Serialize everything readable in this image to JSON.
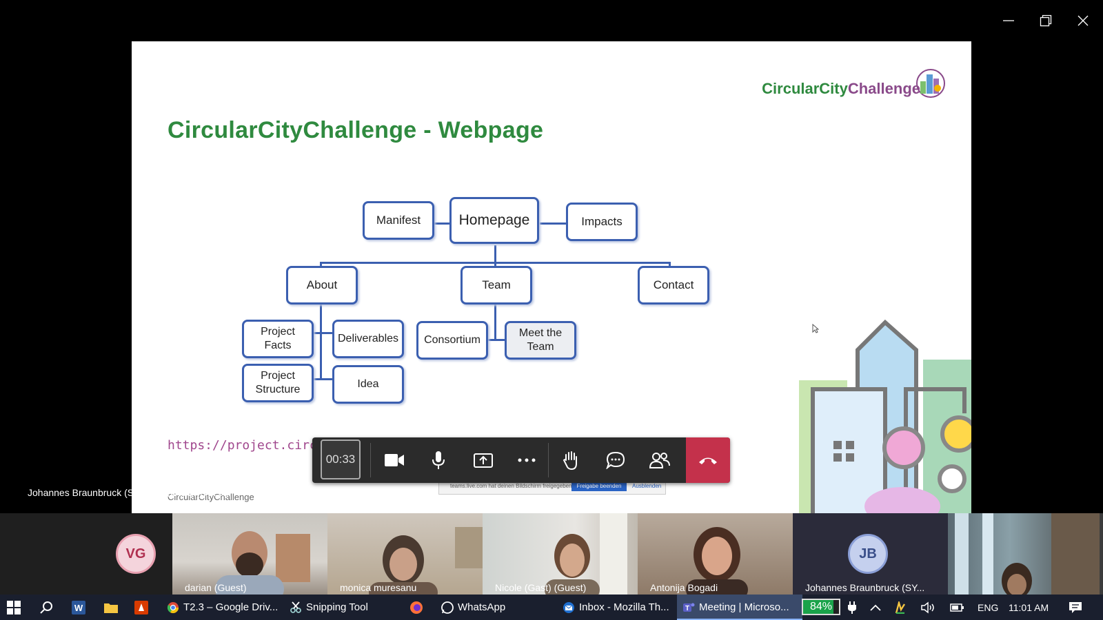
{
  "slide": {
    "logo_part1": "Circular",
    "logo_part2": "City",
    "logo_part3": "Challenge",
    "title": "CircularCityChallenge - Webpage",
    "url": "https://project.circularcitychallenge.eu/",
    "footer": "CircularCityChallenge",
    "nodes": {
      "homepage": "Homepage",
      "manifest": "Manifest",
      "impacts": "Impacts",
      "about": "About",
      "team": "Team",
      "contact": "Contact",
      "project_facts": "Project Facts",
      "deliverables": "Deliverables",
      "project_structure": "Project Structure",
      "idea": "Idea",
      "consortium": "Consortium",
      "meet_the_team": "Meet the Team"
    },
    "colors": {
      "title_green": "#2f8a3f",
      "url_purple": "#a0478d",
      "node_border": "#3b5fb0"
    }
  },
  "presenter_caption": "Johannes Braunbruck (SYNYO) (Gast) (Guest)",
  "meeting": {
    "timer": "00:33",
    "share_notice": "teams.live.com hat deinen Bildschirm freigegeben",
    "stop_sharing": "Freigabe beenden",
    "dismiss": "Ausblenden",
    "colors": {
      "hangup": "#c4314b"
    }
  },
  "participants": [
    {
      "initials": "VG",
      "name": ""
    },
    {
      "initials": "",
      "name": "darian (Guest)"
    },
    {
      "initials": "",
      "name": "monica muresanu"
    },
    {
      "initials": "",
      "name": "Nicole (Gast) (Guest)"
    },
    {
      "initials": "",
      "name": "Antonija Bogadi"
    },
    {
      "initials": "JB",
      "name": "Johannes Braunbruck (SY..."
    },
    {
      "initials": "",
      "name": ""
    }
  ],
  "taskbar": {
    "items": [
      {
        "label": "T2.3 – Google Driv..."
      },
      {
        "label": "Snipping Tool"
      },
      {
        "label": "WhatsApp"
      },
      {
        "label": "Inbox - Mozilla Th..."
      },
      {
        "label": "Meeting | Microso..."
      }
    ],
    "battery": "84%",
    "battery_level": 0.84,
    "language": "ENG",
    "time": "11:01 AM"
  }
}
